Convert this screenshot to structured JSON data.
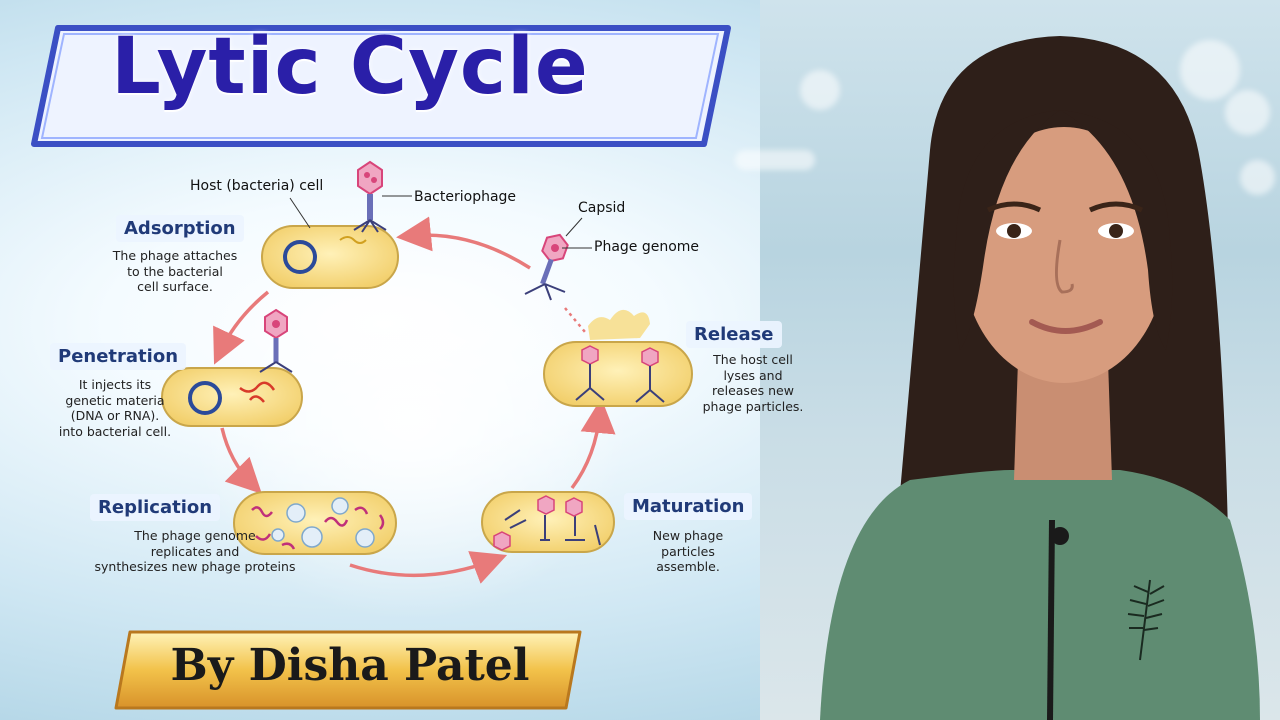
{
  "title": "Lytic Cycle",
  "author": "By Disha Patel",
  "labels": {
    "host_cell": "Host (bacteria) cell",
    "bacteriophage": "Bacteriophage",
    "capsid": "Capsid",
    "phage_genome": "Phage genome"
  },
  "stages": [
    {
      "name": "Adsorption",
      "desc": [
        "The phage attaches",
        "to the bacterial",
        "cell surface."
      ]
    },
    {
      "name": "Penetration",
      "desc": [
        "It injects its",
        "genetic materia",
        "(DNA or RNA).",
        "into bacterial cell."
      ]
    },
    {
      "name": "Replication",
      "desc": [
        "The phage genome",
        "replicates and",
        "synthesizes new phage proteins"
      ]
    },
    {
      "name": "Maturation",
      "desc": [
        "New phage",
        "particles",
        "assemble."
      ]
    },
    {
      "name": "Release",
      "desc": [
        "The host cell",
        "lyses and",
        "releases new",
        "phage particles."
      ]
    }
  ],
  "colors": {
    "title": "#2a1fa8",
    "cell_fill": "#f7dc86",
    "cell_stroke": "#c9a64a",
    "arrow": "#e87a7a",
    "phage_head": "#d8457a",
    "phage_tail": "#6a6fb8",
    "banner_gold": "#e9b43c"
  }
}
